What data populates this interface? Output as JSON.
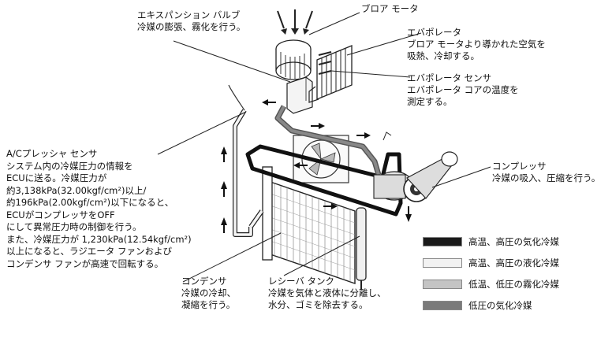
{
  "labels": {
    "expansion_valve": {
      "title": "エキスパンション バルブ",
      "desc": [
        "冷媒の膨張、霧化を行う。"
      ]
    },
    "blower_motor": {
      "title": "ブロア モータ"
    },
    "evaporator": {
      "title": "エバポレータ",
      "desc": [
        "ブロア モータより導かれた空気を",
        "吸熱、冷却する。"
      ]
    },
    "evaporator_sensor": {
      "title": "エバポレータ センサ",
      "desc": [
        "エバポレータ コアの温度を",
        "測定する。"
      ]
    },
    "pressure_sensor": {
      "title": "A/Cプレッシャ センサ",
      "desc": [
        "システム内の冷媒圧力の情報を",
        "ECUに送る。冷媒圧力が",
        "約3,138kPa(32.00kgf/cm²)以上/",
        "約196kPa(2.00kgf/cm²)以下になると、",
        "ECUがコンプレッサをOFF",
        "にして異常圧力時の制御を行う。",
        "また、冷媒圧力が 1,230kPa(12.54kgf/cm²)",
        "以上になると、ラジエータ ファンおよび",
        "コンデンサ ファンが高速で回転する。"
      ]
    },
    "compressor": {
      "title": "コンプレッサ",
      "desc": [
        "冷媒の吸入、圧縮を行う。"
      ]
    },
    "condenser": {
      "title": "コンデンサ",
      "desc": [
        "冷媒の冷却、",
        "凝縮を行う。"
      ]
    },
    "receiver_tank": {
      "title": "レシーバ タンク",
      "desc": [
        "冷媒を気体と液体に分離し、",
        "水分、ゴミを除去する。"
      ]
    }
  },
  "legend": [
    {
      "label": "高温、高圧の気化冷媒",
      "color": "#1a1a1a"
    },
    {
      "label": "高温、高圧の液化冷媒",
      "color": "#f2f2f2"
    },
    {
      "label": "低温、低圧の霧化冷媒",
      "color": "#c4c4c4"
    },
    {
      "label": "低圧の気化冷媒",
      "color": "#7a7a7a"
    }
  ]
}
